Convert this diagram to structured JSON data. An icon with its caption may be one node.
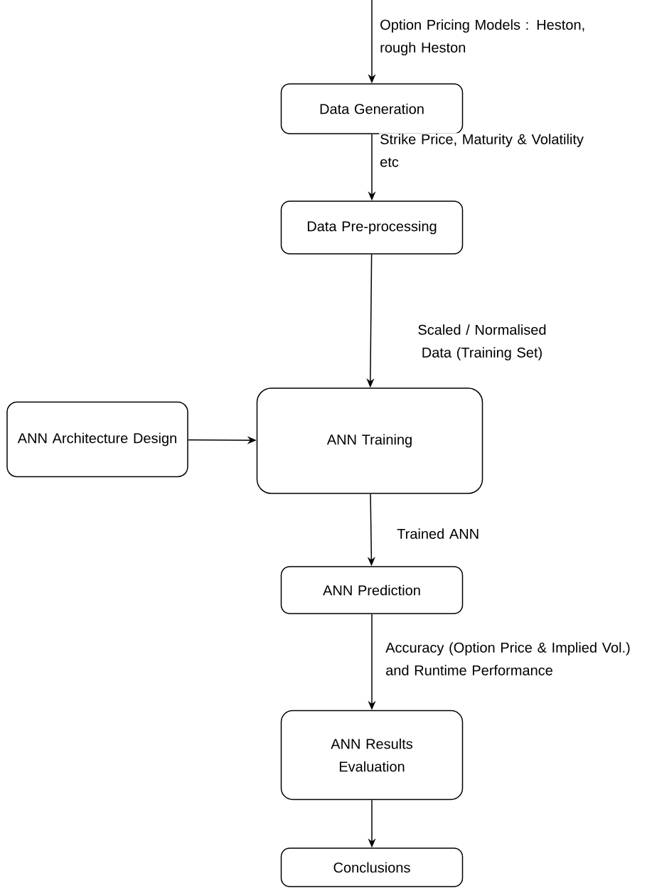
{
  "diagram": {
    "nodes": [
      {
        "text": [
          "Data Generation"
        ]
      },
      {
        "text": [
          "Data Pre-processing"
        ]
      },
      {
        "text": [
          "ANN Training"
        ]
      },
      {
        "text": [
          "ANN Architecture Design"
        ]
      },
      {
        "text": [
          "ANN Prediction"
        ]
      },
      {
        "text": [
          "ANN Results Evaluation"
        ]
      },
      {
        "text": [
          "Conclusions"
        ]
      }
    ],
    "edges": [
      {
        "from": null,
        "to": 0,
        "arrow": "to",
        "label": "Option Pricing Models : Heston, rough Heston"
      },
      {
        "from": 0,
        "to": 1,
        "arrow": "to",
        "label": "Strike Price, Maturity & Volatility etc"
      },
      {
        "from": 1,
        "to": 2,
        "arrow": "to",
        "label": "Scaled / Normalised Data (Training Set)"
      },
      {
        "from": 3,
        "to": 2,
        "arrow": "to"
      },
      {
        "from": 2,
        "to": 4,
        "arrow": "to",
        "label": "Trained ANN"
      },
      {
        "from": 4,
        "to": 5,
        "arrow": "to",
        "label": "Accuracy (Option Price & Implied Vol.) and Runtime Performance"
      },
      {
        "from": 5,
        "to": 6,
        "arrow": "to"
      }
    ]
  }
}
